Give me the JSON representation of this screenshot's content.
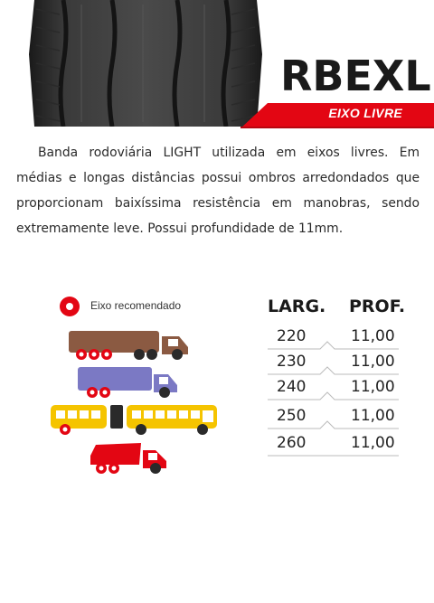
{
  "product": {
    "model": "RBEXL",
    "axle_label": "EIXO LIVRE",
    "description": "Banda rodoviária LIGHT utilizada em eixos livres. Em médias e longas distâncias possui ombros arredondados que proporcionam baixíssima resistência em manobras, sendo extremamente leve. Possui profundidade de 11mm."
  },
  "legend": {
    "label": "Eixo recomendado"
  },
  "table": {
    "headers": [
      "LARG.",
      "PROF."
    ],
    "rows": [
      [
        "220",
        "11,00"
      ],
      [
        "230",
        "11,00"
      ],
      [
        "240",
        "11,00"
      ],
      [
        "250",
        "11,00"
      ],
      [
        "260",
        "11,00"
      ]
    ]
  },
  "vehicles": [
    {
      "name": "truck-trailer-icon",
      "color": "#8b5a42"
    },
    {
      "name": "box-truck-icon",
      "color": "#7b79c4"
    },
    {
      "name": "bus-icon",
      "color": "#f5c400"
    },
    {
      "name": "dump-truck-icon",
      "color": "#e30613"
    }
  ],
  "colors": {
    "accent": "#e30613",
    "tire": "#2b2b2b"
  }
}
